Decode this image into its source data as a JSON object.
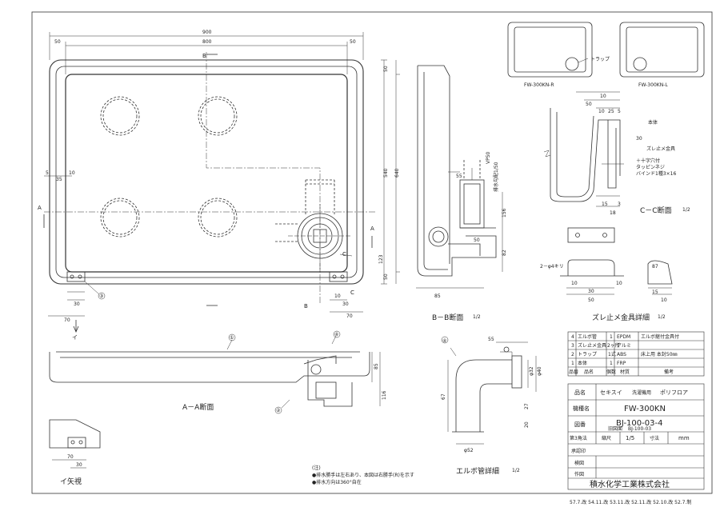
{
  "overall_dims": {
    "total_width": "900",
    "inner_width": "800",
    "left_offset": "50",
    "right_offset": "50",
    "height_total": "640",
    "height_inner": "540",
    "height_top": "50",
    "height_bottom": "50",
    "left_small_a": "5",
    "left_small_b": "35",
    "left_small_c": "10",
    "right_small": "123",
    "drain_w": "70",
    "bottom_30": "30",
    "bottom_70": "70",
    "bottom_10": "10"
  },
  "section_marks": {
    "a": "A",
    "b": "B",
    "c": "C",
    "i_arrow": "イ",
    "part_3": "③"
  },
  "views": {
    "aa_section": "A－A断面",
    "bb_section": "B－B断面",
    "bb_scale": "1/2",
    "cc_section": "C－C断面",
    "cc_scale": "1/2",
    "i_view": "イ矢視",
    "elbow_detail": "エルボ管詳細",
    "elbow_scale": "1/2",
    "bracket_detail": "ズレ止メ金具詳細",
    "bracket_scale": "1/2"
  },
  "bb_dims": {
    "vp50": "VP50",
    "slope": "排水勾配1/50",
    "d55": "55",
    "d156": "156",
    "d82": "82",
    "d50": "50",
    "d85": "85"
  },
  "variants": {
    "right": "FW-300KN-R",
    "left": "FW-300KN-L",
    "trap_label": "トラップ"
  },
  "cc_labels": {
    "body": "本体",
    "bracket": "ズレ止メ金具",
    "screw_1": "＋十字穴付",
    "screw_2": "タッピンネジ",
    "screw_3": "バインド1種3×16",
    "d10": "10",
    "d50": "50",
    "d25": "25",
    "d5": "5",
    "d30": "30",
    "d15": "15",
    "d3": "3",
    "d18": "18"
  },
  "bracket_dims": {
    "holes": "2－φ4キリ",
    "d10": "10",
    "d30": "30",
    "d50": "50",
    "d87": "87",
    "d15": "15"
  },
  "aa_dims": {
    "d85": "85",
    "d116": "116",
    "callout_1": "①",
    "callout_2": "②",
    "callout_4": "④"
  },
  "elbow_dims": {
    "d55": "55",
    "d32": "φ32",
    "d40": "φ40",
    "d52": "φ52",
    "d67": "67",
    "d27": "27",
    "d20": "20",
    "callout_4": "④"
  },
  "notes": {
    "heading": "(注)",
    "line1": "●排水勝手は左右あり、本図は右勝手(R)を示す",
    "line2": "●排水方向は360°自在"
  },
  "parts_table": {
    "rows": [
      {
        "no": "4",
        "name": "エルボ管",
        "qty": "1",
        "material": "EPDM",
        "note": "エルボ継付金具付"
      },
      {
        "no": "3",
        "name": "ズレ止メ金具",
        "qty": "2ヶ所",
        "material": "アルミ",
        "note": ""
      },
      {
        "no": "2",
        "name": "トラップ",
        "qty": "1式",
        "material": "ABS",
        "note": "床上用 本封50㎜"
      },
      {
        "no": "1",
        "name": "本体",
        "qty": "1",
        "material": "FRP",
        "note": ""
      }
    ],
    "header": {
      "no": "品番",
      "name": "品名",
      "qty": "個数",
      "material": "材質",
      "note": "備考"
    }
  },
  "title_block": {
    "item_label": "品名",
    "brand": "セキスイ",
    "use": "洗濯機用",
    "product": "ポリフロア",
    "model_label": "機種名",
    "model": "FW-300KN",
    "drawing_label": "図番",
    "drawing_no": "BJ-100-03-4",
    "old_label": "旧図面",
    "old_no": "BJ-100-03",
    "projection": "第3角法",
    "scale_label": "縮尺",
    "scale": "1/5",
    "dim_label": "寸法",
    "unit": "mm",
    "approve": "承認印",
    "check": "検図",
    "drawn": "作図",
    "company": "積水化学工業株式会社"
  },
  "revisions": "57.7.改 54.11.改 53.11.改 52.11.改 52.10.改 52.7.制"
}
